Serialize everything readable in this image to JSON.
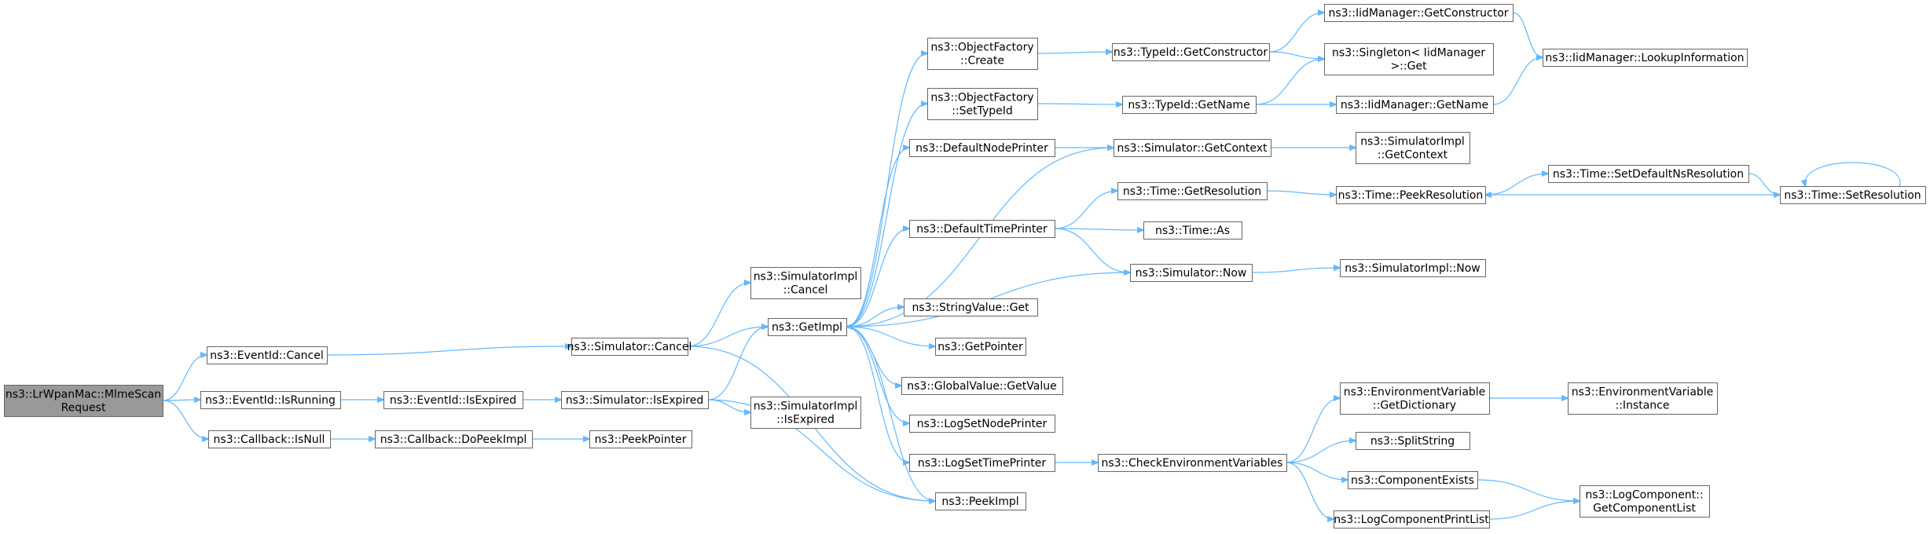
{
  "colors": {
    "edge": "#63b8ff",
    "node_border": "#666666",
    "node_fill": "#ffffff",
    "root_fill": "#999999"
  },
  "nodes": [
    {
      "id": "root",
      "lines": [
        "ns3::LrWpanMac::MlmeScan",
        "Request"
      ],
      "root": true
    },
    {
      "id": "evcancel",
      "lines": [
        "ns3::EventId::Cancel"
      ]
    },
    {
      "id": "evrunning",
      "lines": [
        "ns3::EventId::IsRunning"
      ]
    },
    {
      "id": "cbnull",
      "lines": [
        "ns3::Callback::IsNull"
      ]
    },
    {
      "id": "simcancel",
      "lines": [
        "ns3::Simulator::Cancel"
      ]
    },
    {
      "id": "evexpired",
      "lines": [
        "ns3::EventId::IsExpired"
      ]
    },
    {
      "id": "cbdopeek",
      "lines": [
        "ns3::Callback::DoPeekImpl"
      ]
    },
    {
      "id": "simexpired",
      "lines": [
        "ns3::Simulator::IsExpired"
      ]
    },
    {
      "id": "peekpointer",
      "lines": [
        "ns3::PeekPointer"
      ]
    },
    {
      "id": "implcancel",
      "lines": [
        "ns3::SimulatorImpl",
        "::Cancel"
      ]
    },
    {
      "id": "implexpired",
      "lines": [
        "ns3::SimulatorImpl",
        "::IsExpired"
      ]
    },
    {
      "id": "getimpl",
      "lines": [
        "ns3::GetImpl"
      ]
    },
    {
      "id": "ofcreate",
      "lines": [
        "ns3::ObjectFactory",
        "::Create"
      ]
    },
    {
      "id": "ofsettype",
      "lines": [
        "ns3::ObjectFactory",
        "::SetTypeId"
      ]
    },
    {
      "id": "defnode",
      "lines": [
        "ns3::DefaultNodePrinter"
      ]
    },
    {
      "id": "deftime",
      "lines": [
        "ns3::DefaultTimePrinter"
      ]
    },
    {
      "id": "strget",
      "lines": [
        "ns3::StringValue::Get"
      ]
    },
    {
      "id": "getpointer",
      "lines": [
        "ns3::GetPointer"
      ]
    },
    {
      "id": "gvget",
      "lines": [
        "ns3::GlobalValue::GetValue"
      ]
    },
    {
      "id": "lognode",
      "lines": [
        "ns3::LogSetNodePrinter"
      ]
    },
    {
      "id": "logtime",
      "lines": [
        "ns3::LogSetTimePrinter"
      ]
    },
    {
      "id": "peekimpl",
      "lines": [
        "ns3::PeekImpl"
      ]
    },
    {
      "id": "typector",
      "lines": [
        "ns3::TypeId::GetConstructor"
      ]
    },
    {
      "id": "typename",
      "lines": [
        "ns3::TypeId::GetName"
      ]
    },
    {
      "id": "simctx",
      "lines": [
        "ns3::Simulator::GetContext"
      ]
    },
    {
      "id": "timeres",
      "lines": [
        "ns3::Time::GetResolution"
      ]
    },
    {
      "id": "timeas",
      "lines": [
        "ns3::Time::As"
      ]
    },
    {
      "id": "simnow",
      "lines": [
        "ns3::Simulator::Now"
      ]
    },
    {
      "id": "checkenv",
      "lines": [
        "ns3::CheckEnvironmentVariables"
      ]
    },
    {
      "id": "iidctor",
      "lines": [
        "ns3::IidManager::GetConstructor"
      ]
    },
    {
      "id": "singleton",
      "lines": [
        "ns3::Singleton< IidManager",
        " >::Get"
      ]
    },
    {
      "id": "iidname",
      "lines": [
        "ns3::IidManager::GetName"
      ]
    },
    {
      "id": "implctx",
      "lines": [
        "ns3::SimulatorImpl",
        "::GetContext"
      ]
    },
    {
      "id": "peekres",
      "lines": [
        "ns3::Time::PeekResolution"
      ]
    },
    {
      "id": "implnow",
      "lines": [
        "ns3::SimulatorImpl::Now"
      ]
    },
    {
      "id": "envdict",
      "lines": [
        "ns3::EnvironmentVariable",
        "::GetDictionary"
      ]
    },
    {
      "id": "splitstr",
      "lines": [
        "ns3::SplitString"
      ]
    },
    {
      "id": "compexists",
      "lines": [
        "ns3::ComponentExists"
      ]
    },
    {
      "id": "logprint",
      "lines": [
        "ns3::LogComponentPrintList"
      ]
    },
    {
      "id": "iidlookup",
      "lines": [
        "ns3::IidManager::LookupInformation"
      ]
    },
    {
      "id": "setdefres",
      "lines": [
        "ns3::Time::SetDefaultNsResolution"
      ]
    },
    {
      "id": "setres",
      "lines": [
        "ns3::Time::SetResolution"
      ]
    },
    {
      "id": "envinst",
      "lines": [
        "ns3::EnvironmentVariable",
        "::Instance"
      ]
    },
    {
      "id": "complist",
      "lines": [
        "ns3::LogComponent::",
        "GetComponentList"
      ]
    }
  ],
  "edges": [
    [
      "root",
      "evcancel"
    ],
    [
      "root",
      "evrunning"
    ],
    [
      "root",
      "cbnull"
    ],
    [
      "evcancel",
      "simcancel"
    ],
    [
      "evrunning",
      "evexpired"
    ],
    [
      "cbnull",
      "cbdopeek"
    ],
    [
      "evexpired",
      "simexpired"
    ],
    [
      "cbdopeek",
      "peekpointer"
    ],
    [
      "simcancel",
      "implcancel"
    ],
    [
      "simcancel",
      "getimpl"
    ],
    [
      "simcancel",
      "peekimpl"
    ],
    [
      "simexpired",
      "getimpl"
    ],
    [
      "simexpired",
      "implexpired"
    ],
    [
      "simexpired",
      "peekimpl"
    ],
    [
      "getimpl",
      "ofcreate"
    ],
    [
      "getimpl",
      "ofsettype"
    ],
    [
      "getimpl",
      "defnode"
    ],
    [
      "getimpl",
      "deftime"
    ],
    [
      "getimpl",
      "strget"
    ],
    [
      "getimpl",
      "getpointer"
    ],
    [
      "getimpl",
      "gvget"
    ],
    [
      "getimpl",
      "lognode"
    ],
    [
      "getimpl",
      "logtime"
    ],
    [
      "getimpl",
      "peekimpl"
    ],
    [
      "ofcreate",
      "typector"
    ],
    [
      "ofsettype",
      "typename"
    ],
    [
      "defnode",
      "simctx"
    ],
    [
      "deftime",
      "timeres"
    ],
    [
      "deftime",
      "timeas"
    ],
    [
      "deftime",
      "simnow"
    ],
    [
      "logtime",
      "checkenv"
    ],
    [
      "simctx",
      "getimpl"
    ],
    [
      "simctx",
      "implctx"
    ],
    [
      "simnow",
      "getimpl"
    ],
    [
      "simnow",
      "implnow"
    ],
    [
      "typector",
      "iidctor"
    ],
    [
      "typector",
      "singleton"
    ],
    [
      "typename",
      "singleton"
    ],
    [
      "typename",
      "iidname"
    ],
    [
      "iidctor",
      "iidlookup"
    ],
    [
      "iidname",
      "iidlookup"
    ],
    [
      "timeres",
      "peekres"
    ],
    [
      "peekres",
      "setdefres"
    ],
    [
      "setdefres",
      "setres"
    ],
    [
      "setres",
      "peekres"
    ],
    [
      "setres",
      "setres"
    ],
    [
      "checkenv",
      "envdict"
    ],
    [
      "checkenv",
      "splitstr"
    ],
    [
      "checkenv",
      "compexists"
    ],
    [
      "checkenv",
      "logprint"
    ],
    [
      "envdict",
      "envinst"
    ],
    [
      "compexists",
      "complist"
    ],
    [
      "logprint",
      "complist"
    ]
  ]
}
